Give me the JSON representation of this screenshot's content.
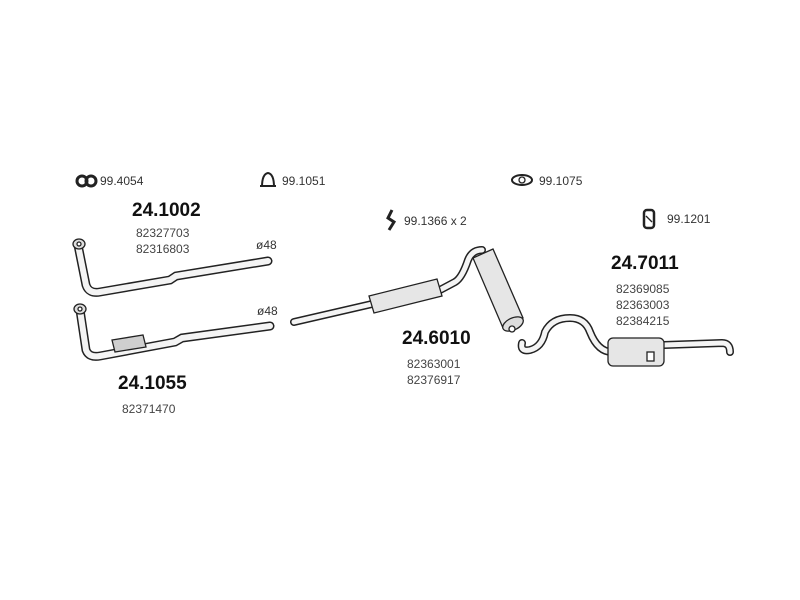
{
  "accessories": [
    {
      "code": "99.4054",
      "icon": "double-ring-flange-gasket-icon"
    },
    {
      "code": "99.1051",
      "icon": "u-bolt-clamp-icon"
    },
    {
      "code": "99.1075",
      "icon": "oval-gasket-icon"
    },
    {
      "code": "99.1366 x 2",
      "icon": "rubber-hanger-icon"
    },
    {
      "code": "99.1201",
      "icon": "rubber-mount-icon"
    }
  ],
  "parts": [
    {
      "code": "24.1002",
      "oem": [
        "82327703",
        "82316803"
      ],
      "diameter": "ø48"
    },
    {
      "code": "24.1055",
      "oem": [
        "82371470"
      ],
      "diameter": "ø48"
    },
    {
      "code": "24.6010",
      "oem": [
        "82363001",
        "82376917"
      ]
    },
    {
      "code": "24.7011",
      "oem": [
        "82369085",
        "82363003",
        "82384215"
      ]
    }
  ],
  "colors": {
    "line": "#222222",
    "fill": "#e6e6e6"
  }
}
